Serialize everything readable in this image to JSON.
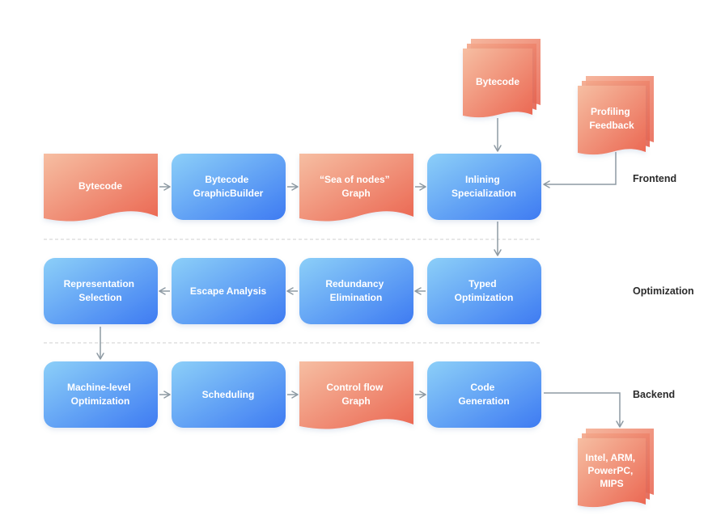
{
  "colors": {
    "process_fill_top": "#86cdf8",
    "process_fill_bottom": "#3f7df2",
    "document_fill_top": "#f5b79a",
    "document_fill_bottom": "#ec6a54",
    "arrow": "#8e9aa3",
    "divider": "#cfcfcf",
    "label": "#2b2b2b"
  },
  "stages": {
    "frontend": "Frontend",
    "optimization": "Optimization",
    "backend": "Backend"
  },
  "nodes": {
    "bytecode_input": {
      "lines": [
        "Bytecode"
      ]
    },
    "graphic_builder": {
      "lines": [
        "Bytecode",
        "GraphicBuilder"
      ]
    },
    "sea_of_nodes": {
      "lines": [
        "“Sea of nodes”",
        "Graph"
      ]
    },
    "inlining": {
      "lines": [
        "Inlining",
        "Specialization"
      ]
    },
    "bytecode_top": {
      "lines": [
        "Bytecode"
      ]
    },
    "profiling_feedback": {
      "lines": [
        "Profiling",
        "Feedback"
      ]
    },
    "typed_optimization": {
      "lines": [
        "Typed",
        "Optimization"
      ]
    },
    "redundancy_elimination": {
      "lines": [
        "Redundancy",
        "Elimination"
      ]
    },
    "escape_analysis": {
      "lines": [
        "Escape Analysis"
      ]
    },
    "representation_selection": {
      "lines": [
        "Representation",
        "Selection"
      ]
    },
    "machine_level": {
      "lines": [
        "Machine-level",
        "Optimization"
      ]
    },
    "scheduling": {
      "lines": [
        "Scheduling"
      ]
    },
    "control_flow_graph": {
      "lines": [
        "Control flow",
        "Graph"
      ]
    },
    "code_generation": {
      "lines": [
        "Code",
        "Generation"
      ]
    },
    "targets": {
      "lines": [
        "Intel, ARM,",
        "PowerPC,",
        "MIPS"
      ]
    }
  }
}
